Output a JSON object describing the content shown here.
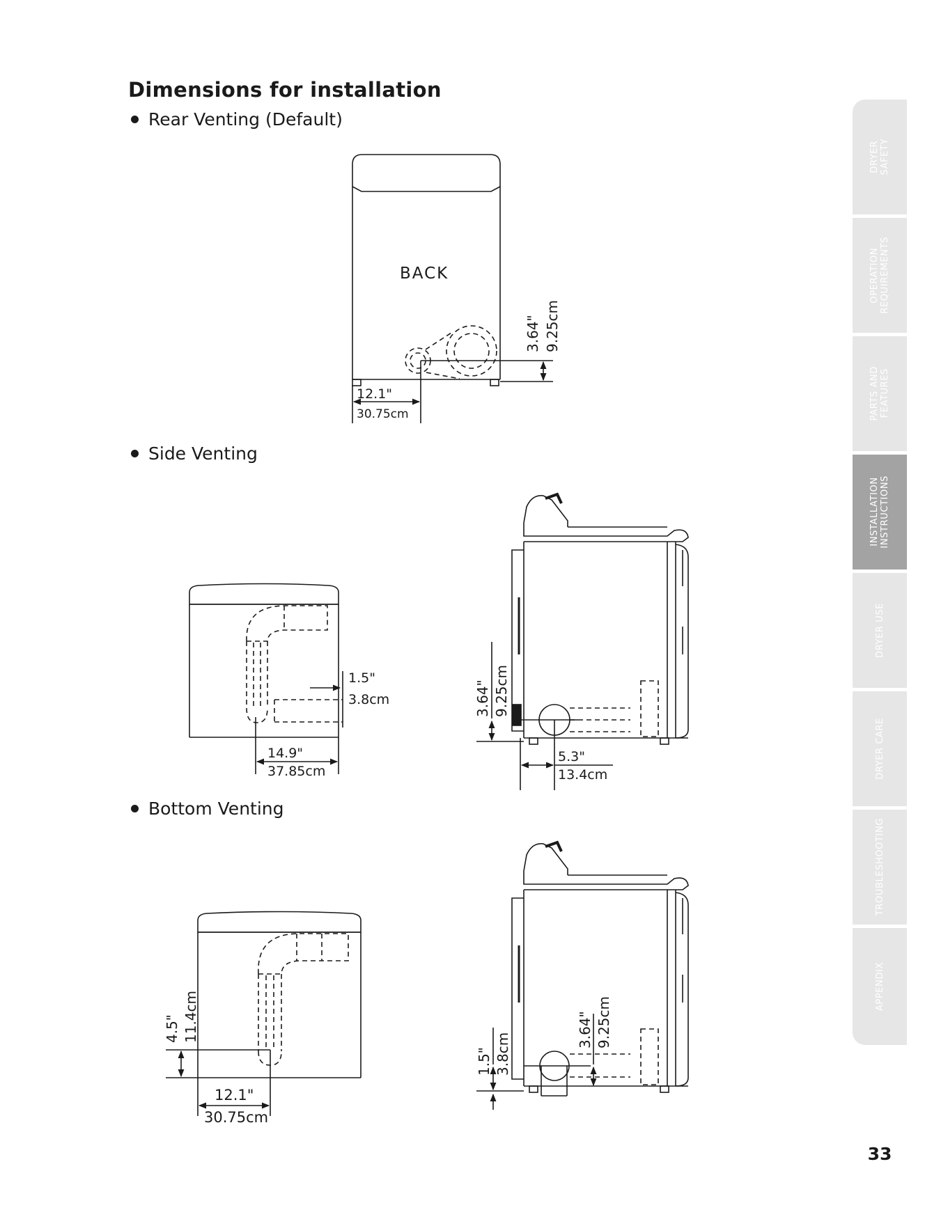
{
  "page": {
    "title": "Dimensions for installation",
    "page_number": "33"
  },
  "sections": {
    "rear": "Rear Venting (Default)",
    "side": "Side Venting",
    "bottom": "Bottom Venting"
  },
  "rear_diagram": {
    "back_label": "BACK",
    "vertical_in": "3.64\"",
    "vertical_cm": "9.25cm",
    "horizontal_in": "12.1\"",
    "horizontal_cm": "30.75cm"
  },
  "side_top_diagram": {
    "offset_in": "1.5\"",
    "offset_cm": "3.8cm",
    "width_in": "14.9\"",
    "width_cm": "37.85cm"
  },
  "side_profile_diagram": {
    "height_in": "3.64\"",
    "height_cm": "9.25cm",
    "depth_in": "5.3\"",
    "depth_cm": "13.4cm"
  },
  "bottom_top_diagram": {
    "height_in": "4.5\"",
    "height_cm": "11.4cm",
    "width_in": "12.1\"",
    "width_cm": "30.75cm"
  },
  "bottom_profile_diagram": {
    "low_in": "1.5\"",
    "low_cm": "3.8cm",
    "high_in": "3.64\"",
    "high_cm": "9.25cm"
  },
  "sidebar": {
    "tabs": [
      {
        "label": "DRYER\nSAFETY",
        "active": false
      },
      {
        "label": "OPERATION\nREQUIREMENTS",
        "active": false
      },
      {
        "label": "PARTS AND\nFEATURES",
        "active": false
      },
      {
        "label": "INSTALLATION\nINSTRUCTIONS",
        "active": true
      },
      {
        "label": "DRYER USE",
        "active": false
      },
      {
        "label": "DRYER CARE",
        "active": false
      },
      {
        "label": "TROUBLESHOOTING",
        "active": false
      },
      {
        "label": "APPENDIX",
        "active": false
      }
    ]
  }
}
